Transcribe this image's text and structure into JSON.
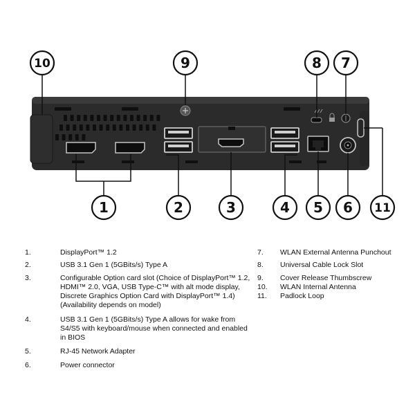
{
  "callouts": {
    "c1": "1",
    "c2": "2",
    "c3": "3",
    "c4": "4",
    "c5": "5",
    "c6": "6",
    "c7": "7",
    "c8": "8",
    "c9": "9",
    "c10": "10",
    "c11": "11"
  },
  "legend_left": [
    {
      "num": "1.",
      "desc": "DisplayPort™ 1.2"
    },
    {
      "num": "2.",
      "desc": "USB 3.1 Gen 1 (5GBits/s) Type A"
    },
    {
      "num": "3.",
      "desc": "Configurable Option card slot (Choice of DisplayPort™ 1.2, HDMI™ 2.0, VGA, USB Type-C™ with alt mode display, Discrete Graphics Option Card with DisplayPort™ 1.4) (Availability depends on model)"
    },
    {
      "num": "4.",
      "desc": "USB 3.1 Gen 1 (5GBits/s) Type A allows for wake from S4/S5 with keyboard/mouse when connected and enabled in BIOS"
    },
    {
      "num": "5.",
      "desc": "RJ-45 Network Adapter"
    },
    {
      "num": "6.",
      "desc": "Power connector"
    }
  ],
  "legend_right": [
    {
      "num": "7.",
      "desc": "WLAN External Antenna Punchout"
    },
    {
      "num": "8.",
      "desc": "Universal Cable Lock Slot"
    },
    {
      "num": "9.",
      "desc": "Cover Release Thumbscrew"
    },
    {
      "num": "10.",
      "desc": "WLAN Internal Antenna"
    },
    {
      "num": "11.",
      "desc": "Padlock Loop"
    }
  ],
  "colors": {
    "chassis": "#2b2b2b",
    "chassis_edge": "#1c1c1c",
    "port_fill": "#0e0e0e",
    "port_silver": "#c9c9c9",
    "leader": "#111111"
  }
}
